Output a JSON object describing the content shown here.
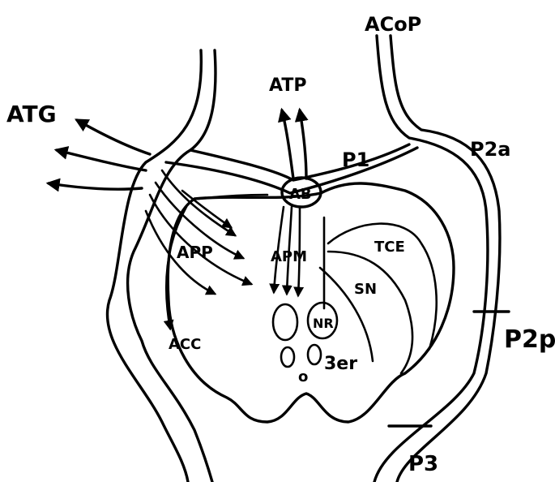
{
  "labels": {
    "acop": "ACoP",
    "atp": "ATP",
    "atg": "ATG",
    "p1": "P1",
    "p2a": "P2a",
    "p2p": "P2p",
    "p3": "P3",
    "ab": "AB",
    "app": "APP",
    "apm": "APM",
    "tce": "TCE",
    "sn": "SN",
    "nr": "NR",
    "acc": "ACC",
    "o": "o",
    "third": "3er"
  },
  "colors": {
    "ink": "#000000",
    "paper": "#ffffff"
  }
}
